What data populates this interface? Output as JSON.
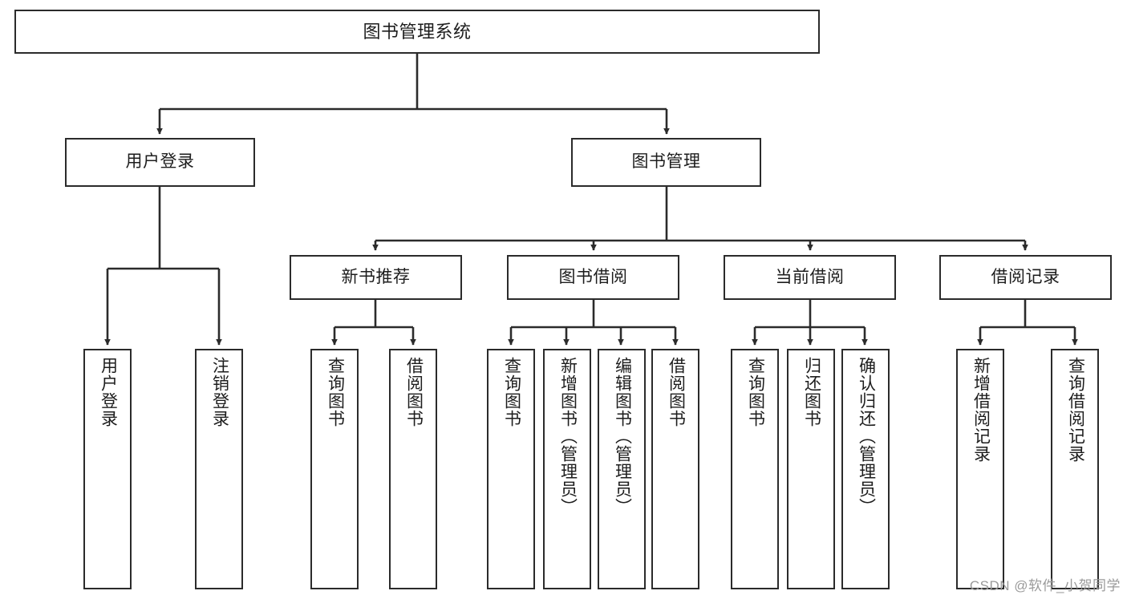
{
  "diagram": {
    "title": "图书管理系统",
    "type": "tree",
    "background_color": "#ffffff",
    "node_border_color": "#2b2b2b",
    "node_fill_color": "#ffffff",
    "text_color": "#1d1d1d"
  },
  "nodes": {
    "root": {
      "label": "图书管理系统"
    },
    "level1": [
      {
        "label": "用户登录"
      },
      {
        "label": "图书管理"
      }
    ],
    "level2": [
      {
        "label": "新书推荐"
      },
      {
        "label": "图书借阅"
      },
      {
        "label": "当前借阅"
      },
      {
        "label": "借阅记录"
      }
    ],
    "leaves": {
      "user_login": [
        {
          "label": "用户登录"
        },
        {
          "label": "注销登录"
        }
      ],
      "new_book_recommend": [
        {
          "label": "查询图书"
        },
        {
          "label": "借阅图书"
        }
      ],
      "book_borrow": [
        {
          "label": "查询图书"
        },
        {
          "label": "新增图书（管理员）"
        },
        {
          "label": "编辑图书（管理员）"
        },
        {
          "label": "借阅图书"
        }
      ],
      "current_borrow": [
        {
          "label": "查询图书"
        },
        {
          "label": "归还图书"
        },
        {
          "label": "确认归还（管理员）"
        }
      ],
      "borrow_record": [
        {
          "label": "新增借阅记录"
        },
        {
          "label": "查询借阅记录"
        }
      ]
    }
  },
  "watermark": {
    "text": "CSDN @软件_小贺同学"
  }
}
